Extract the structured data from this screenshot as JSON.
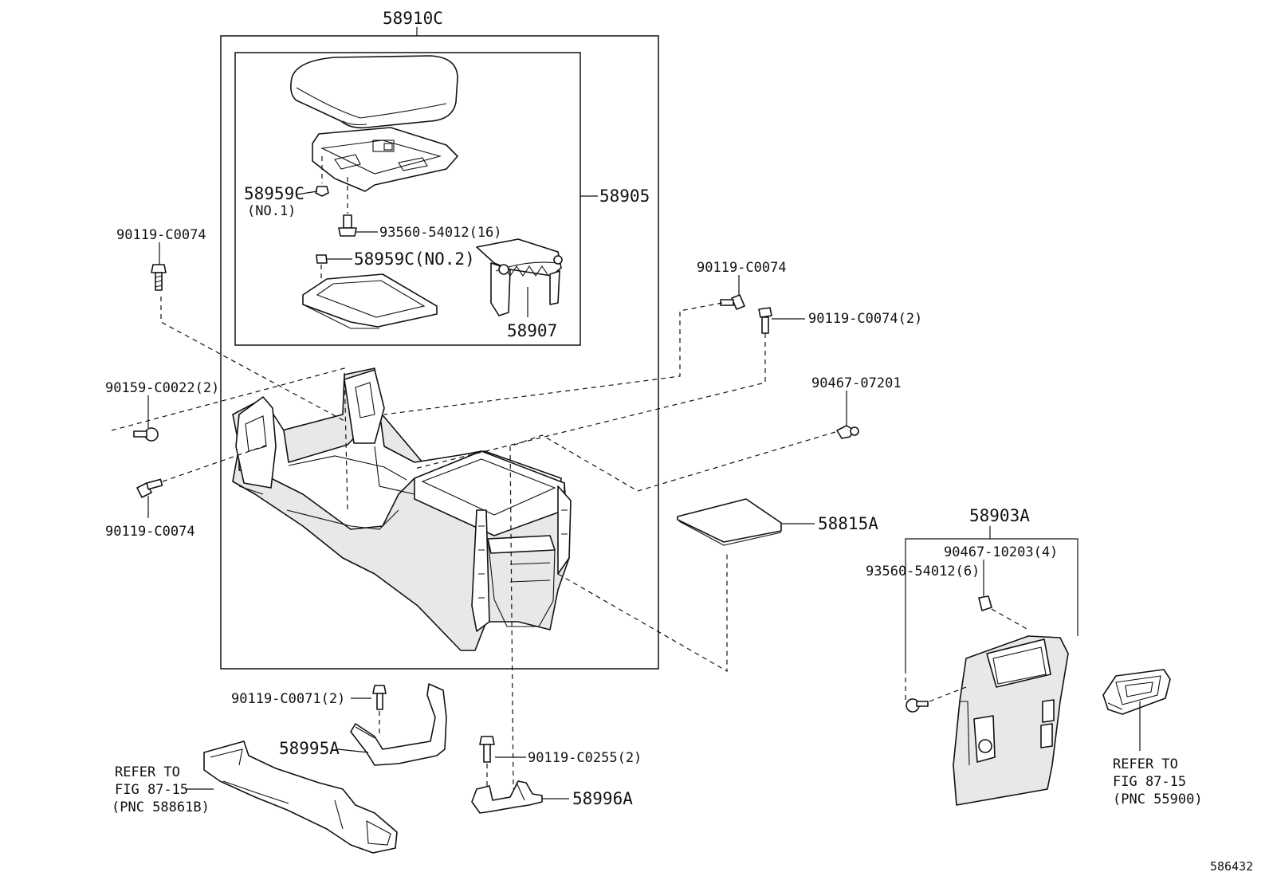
{
  "labels": {
    "assy_console": "58910C",
    "armrest_sub": "58905",
    "pin_no1": "58959C",
    "pin_no1_note": "(NO.1)",
    "screw_16": "93560-54012(16)",
    "pin_no2": "58959C(NO.2)",
    "hinge": "58907",
    "bolt_top_left": "90119-C0074",
    "bolt_top_mid": "90119-C0074",
    "bolt_right_2": "90119-C0074(2)",
    "screw_left_2": "90159-C0022(2)",
    "bolt_left_low": "90119-C0074",
    "clip_right": "90467-07201",
    "mat": "58815A",
    "rear_panel": "58903A",
    "clip_4": "90467-10203(4)",
    "screw_6": "93560-54012(6)",
    "bolt_71": "90119-C0071(2)",
    "bracket_95": "58995A",
    "bolt_255": "90119-C0255(2)",
    "bracket_96": "58996A",
    "ref_left_1": "REFER TO",
    "ref_left_2": "FIG 87-15",
    "ref_left_3": "(PNC 58861B)",
    "ref_right_1": "REFER TO",
    "ref_right_2": "FIG 87-15",
    "ref_right_3": "(PNC 55900)",
    "fig_number": "586432"
  }
}
